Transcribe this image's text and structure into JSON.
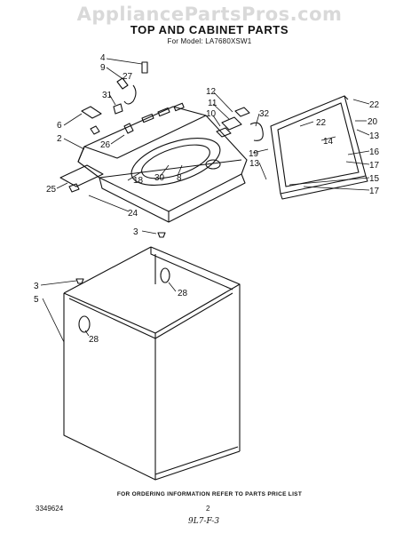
{
  "watermark": "AppliancePartsPros.com",
  "header": {
    "title": "TOP AND CABINET PARTS",
    "subtitle": "For Model: LA7680XSW1"
  },
  "callouts": [
    "4",
    "9",
    "27",
    "31",
    "6",
    "2",
    "26",
    "25",
    "18",
    "30",
    "8",
    "24",
    "12",
    "11",
    "10",
    "32",
    "19",
    "13",
    "22",
    "22",
    "20",
    "14",
    "13",
    "16",
    "17",
    "15",
    "17",
    "3",
    "28",
    "3",
    "5",
    "28"
  ],
  "footer": {
    "note": "FOR ORDERING INFORMATION REFER TO PARTS PRICE LIST",
    "part_number": "3349624",
    "page": "2",
    "handwritten": "9L7-F-3"
  }
}
